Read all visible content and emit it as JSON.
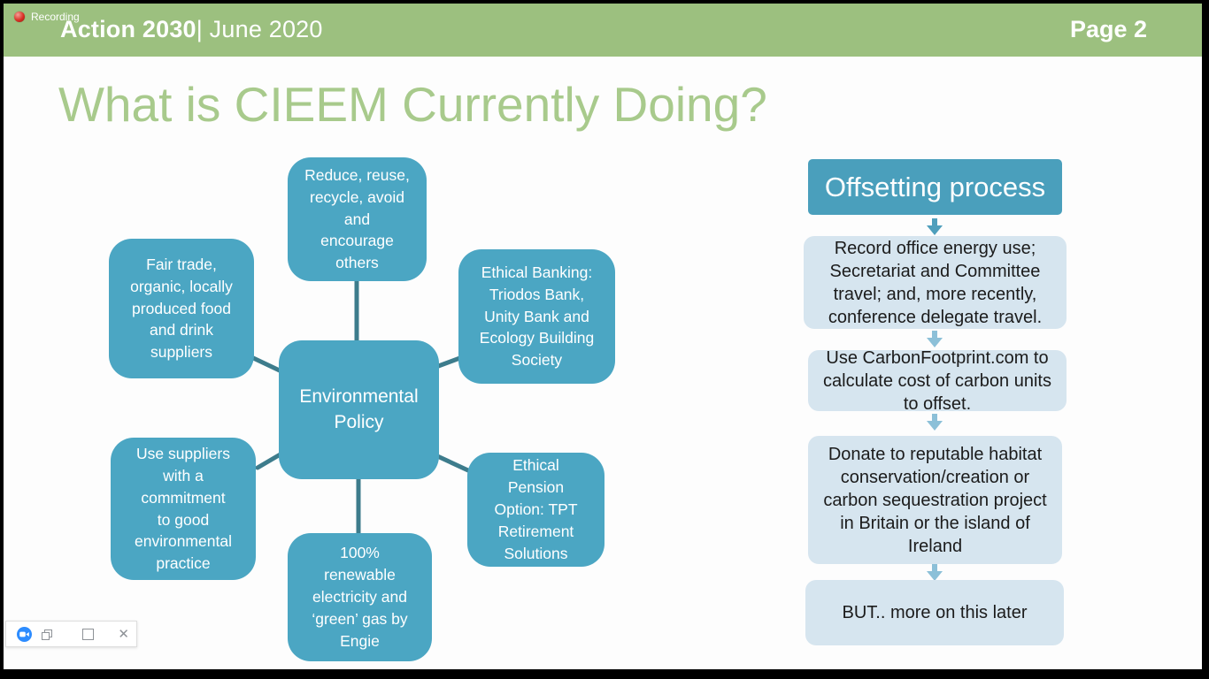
{
  "meeting": {
    "recording_label": "Recording"
  },
  "header": {
    "title_bold": "Action 2030",
    "title_rest": "| June 2020",
    "page_label": "Page 2"
  },
  "slide": {
    "title": "What is CIEEM Currently Doing?"
  },
  "diagram": {
    "center": "Environmental\nPolicy",
    "nodes": [
      {
        "id": "top",
        "label": "Reduce, reuse,\nrecycle, avoid\nand\nencourage\nothers"
      },
      {
        "id": "left-top",
        "label": "Fair trade,\norganic, locally\nproduced food\nand drink\nsuppliers"
      },
      {
        "id": "right-top",
        "label": "Ethical Banking:\nTriodos Bank,\nUnity Bank and\nEcology Building\nSociety"
      },
      {
        "id": "left-bottom",
        "label": "Use suppliers\nwith a\ncommitment\nto good\nenvironmental\npractice"
      },
      {
        "id": "right-bottom",
        "label": "Ethical\nPension\nOption: TPT\nRetirement\nSolutions"
      },
      {
        "id": "bottom",
        "label": "100%\nrenewable\nelectricity and\n‘green’ gas by\nEngie"
      }
    ]
  },
  "offsetting": {
    "title": "Offsetting process",
    "steps": [
      "Record office energy use;\nSecretariat and Committee\ntravel; and, more recently,\nconference delegate travel.",
      "Use CarbonFootprint.com to\ncalculate cost of carbon units\nto offset.",
      "Donate to reputable habitat\nconservation/creation or\ncarbon sequestration project\nin Britain or the island of\nIreland",
      "BUT.. more on this later"
    ]
  },
  "zoom_toolbar": {
    "icons": [
      {
        "name": "zoom-video-icon"
      },
      {
        "name": "popout-icon"
      },
      {
        "name": "maximize-icon"
      },
      {
        "name": "close-icon",
        "glyph": "✕"
      }
    ]
  },
  "colors": {
    "header_bar": "#9cc07f",
    "title_text": "#a8ca8c",
    "node_fill": "#4ba6c3",
    "connector": "#3d7c8c",
    "offsetting_header_fill": "#4a9fbc",
    "step_fill": "#d6e5ef",
    "step_text": "#1b1b1b",
    "arrow_dark": "#4f9fbc",
    "arrow_light": "#8cc0d8",
    "zoom_blue": "#2d8cff"
  }
}
